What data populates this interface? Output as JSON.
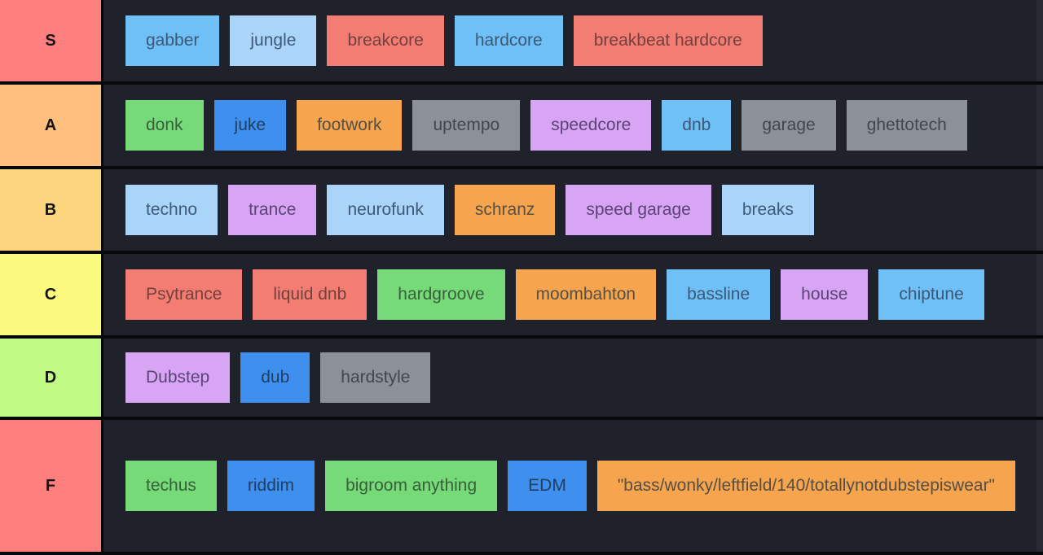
{
  "colors": {
    "row_background": "#1f222a",
    "separator": "#07080a",
    "right_edge_strip": "#272a33",
    "label_text": "#141414"
  },
  "tile_styles": {
    "blue": {
      "bg": "#6fc0f7",
      "text": "#3b5876"
    },
    "lightblue": {
      "bg": "#abd5f8",
      "text": "#3d5a78"
    },
    "strongblue": {
      "bg": "#3e8fee",
      "text": "#1f3f63"
    },
    "salmon": {
      "bg": "#f47d73",
      "text": "#73403c"
    },
    "green": {
      "bg": "#77da79",
      "text": "#37603b"
    },
    "orange": {
      "bg": "#f7a44e",
      "text": "#564f44"
    },
    "gray": {
      "bg": "#8b9099",
      "text": "#42474f"
    },
    "purple": {
      "bg": "#d7a5f4",
      "text": "#5c4376"
    }
  },
  "tiers": [
    {
      "id": "s",
      "label": "S",
      "color": "#ff7f7e",
      "items": [
        {
          "text": "gabber",
          "style": "blue"
        },
        {
          "text": "jungle",
          "style": "lightblue"
        },
        {
          "text": "breakcore",
          "style": "salmon"
        },
        {
          "text": "hardcore",
          "style": "blue"
        },
        {
          "text": "breakbeat hardcore",
          "style": "salmon"
        }
      ]
    },
    {
      "id": "a",
      "label": "A",
      "color": "#ffbf7f",
      "items": [
        {
          "text": "donk",
          "style": "green"
        },
        {
          "text": "juke",
          "style": "strongblue"
        },
        {
          "text": "footwork",
          "style": "orange"
        },
        {
          "text": "uptempo",
          "style": "gray"
        },
        {
          "text": "speedcore",
          "style": "purple"
        },
        {
          "text": "dnb",
          "style": "blue"
        },
        {
          "text": "garage",
          "style": "gray"
        },
        {
          "text": "ghettotech",
          "style": "gray"
        }
      ]
    },
    {
      "id": "b",
      "label": "B",
      "color": "#fcd57e",
      "items": [
        {
          "text": "techno",
          "style": "lightblue"
        },
        {
          "text": "trance",
          "style": "purple"
        },
        {
          "text": "neurofunk",
          "style": "lightblue"
        },
        {
          "text": "schranz",
          "style": "orange"
        },
        {
          "text": "speed garage",
          "style": "purple"
        },
        {
          "text": "breaks",
          "style": "lightblue"
        }
      ]
    },
    {
      "id": "c",
      "label": "C",
      "color": "#fcf97f",
      "items": [
        {
          "text": "Psytrance",
          "style": "salmon"
        },
        {
          "text": "liquid dnb",
          "style": "salmon"
        },
        {
          "text": "hardgroove",
          "style": "green"
        },
        {
          "text": "moombahton",
          "style": "orange"
        },
        {
          "text": "bassline",
          "style": "blue"
        },
        {
          "text": "house",
          "style": "purple"
        },
        {
          "text": "chiptune",
          "style": "blue"
        }
      ]
    },
    {
      "id": "d",
      "label": "D",
      "color": "#c0fa85",
      "items": [
        {
          "text": "Dubstep",
          "style": "purple"
        },
        {
          "text": "dub",
          "style": "strongblue"
        },
        {
          "text": "hardstyle",
          "style": "gray"
        }
      ]
    },
    {
      "id": "f",
      "label": "F",
      "color": "#ff7f7e",
      "items": [
        {
          "text": "techus",
          "style": "green"
        },
        {
          "text": "riddim",
          "style": "strongblue"
        },
        {
          "text": "bigroom anything",
          "style": "green"
        },
        {
          "text": "EDM",
          "style": "strongblue"
        },
        {
          "text": "\"bass/wonky/leftfield/140/totallynotdubstepiswear\"",
          "style": "orange"
        }
      ]
    }
  ]
}
